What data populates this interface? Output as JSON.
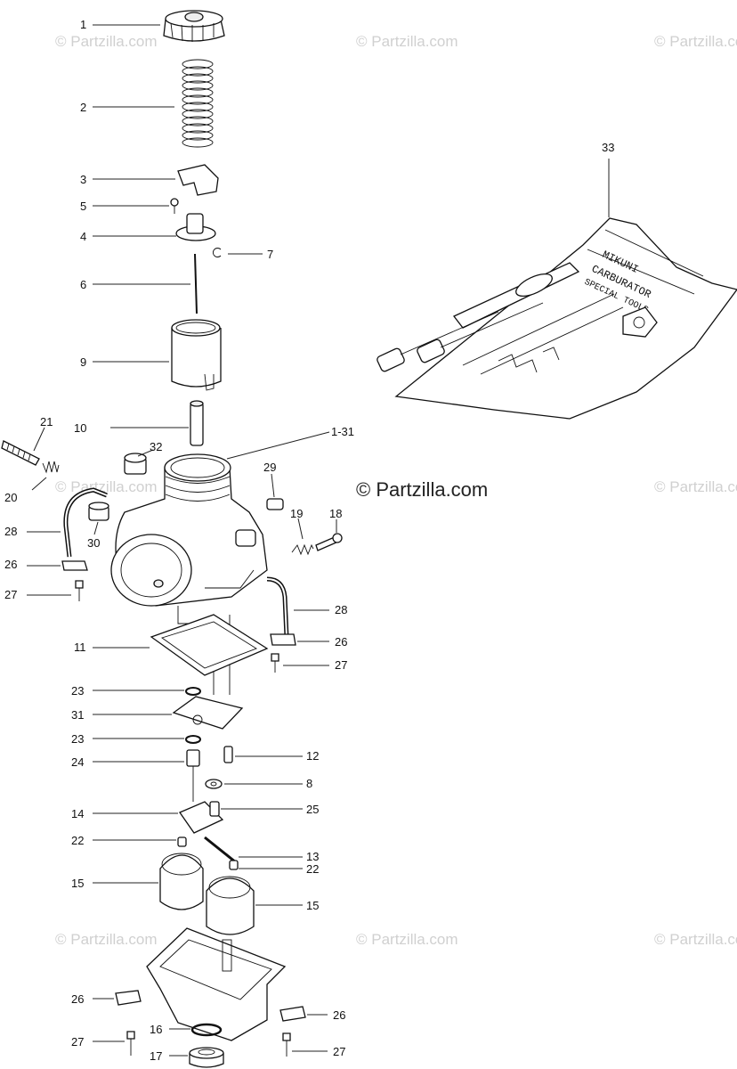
{
  "watermarks": {
    "main": "© Partzilla.com",
    "repeat": "© Partzilla.com"
  },
  "callouts": [
    {
      "id": "c1",
      "text": "1"
    },
    {
      "id": "c2",
      "text": "2"
    },
    {
      "id": "c3",
      "text": "3"
    },
    {
      "id": "c5",
      "text": "5"
    },
    {
      "id": "c4",
      "text": "4"
    },
    {
      "id": "c7",
      "text": "7"
    },
    {
      "id": "c6",
      "text": "6"
    },
    {
      "id": "c9",
      "text": "9"
    },
    {
      "id": "c10",
      "text": "10"
    },
    {
      "id": "c21",
      "text": "21"
    },
    {
      "id": "c32",
      "text": "32"
    },
    {
      "id": "c131",
      "text": "1-31"
    },
    {
      "id": "c29",
      "text": "29"
    },
    {
      "id": "c20",
      "text": "20"
    },
    {
      "id": "c19",
      "text": "19"
    },
    {
      "id": "c18",
      "text": "18"
    },
    {
      "id": "c28a",
      "text": "28"
    },
    {
      "id": "c30",
      "text": "30"
    },
    {
      "id": "c26a",
      "text": "26"
    },
    {
      "id": "c27a",
      "text": "27"
    },
    {
      "id": "c28b",
      "text": "28"
    },
    {
      "id": "c26b",
      "text": "26"
    },
    {
      "id": "c11",
      "text": "11"
    },
    {
      "id": "c27b",
      "text": "27"
    },
    {
      "id": "c23a",
      "text": "23"
    },
    {
      "id": "c31",
      "text": "31"
    },
    {
      "id": "c23b",
      "text": "23"
    },
    {
      "id": "c12",
      "text": "12"
    },
    {
      "id": "c24",
      "text": "24"
    },
    {
      "id": "c8",
      "text": "8"
    },
    {
      "id": "c14",
      "text": "14"
    },
    {
      "id": "c25",
      "text": "25"
    },
    {
      "id": "c22a",
      "text": "22"
    },
    {
      "id": "c13",
      "text": "13"
    },
    {
      "id": "c22b",
      "text": "22"
    },
    {
      "id": "c15a",
      "text": "15"
    },
    {
      "id": "c15b",
      "text": "15"
    },
    {
      "id": "c26c",
      "text": "26"
    },
    {
      "id": "c26d",
      "text": "26"
    },
    {
      "id": "c16",
      "text": "16"
    },
    {
      "id": "c27c",
      "text": "27"
    },
    {
      "id": "c27d",
      "text": "27"
    },
    {
      "id": "c17",
      "text": "17"
    },
    {
      "id": "c33",
      "text": "33"
    }
  ],
  "tool_pouch": {
    "brand": "MIKUNI",
    "line1": "CARBURATOR",
    "line2": "SPECIAL TOOLS"
  }
}
